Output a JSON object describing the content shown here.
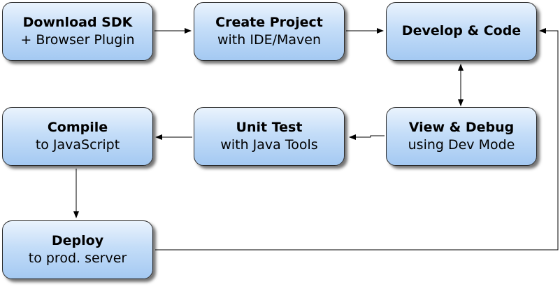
{
  "steps": {
    "download": {
      "title": "Download SDK",
      "subtitle": "+ Browser Plugin"
    },
    "create": {
      "title": "Create Project",
      "subtitle": "with IDE/Maven"
    },
    "develop": {
      "title": "Develop & Code",
      "subtitle": ""
    },
    "view_debug": {
      "title": "View & Debug",
      "subtitle": "using Dev Mode"
    },
    "unit_test": {
      "title": "Unit Test",
      "subtitle": "with Java Tools"
    },
    "compile": {
      "title": "Compile",
      "subtitle": "to JavaScript"
    },
    "deploy": {
      "title": "Deploy",
      "subtitle": "to prod. server"
    }
  },
  "colors": {
    "box_top": "#eaf3fd",
    "box_bottom": "#a4c9f2",
    "border": "#2a2a2a",
    "connector": "#000000"
  }
}
